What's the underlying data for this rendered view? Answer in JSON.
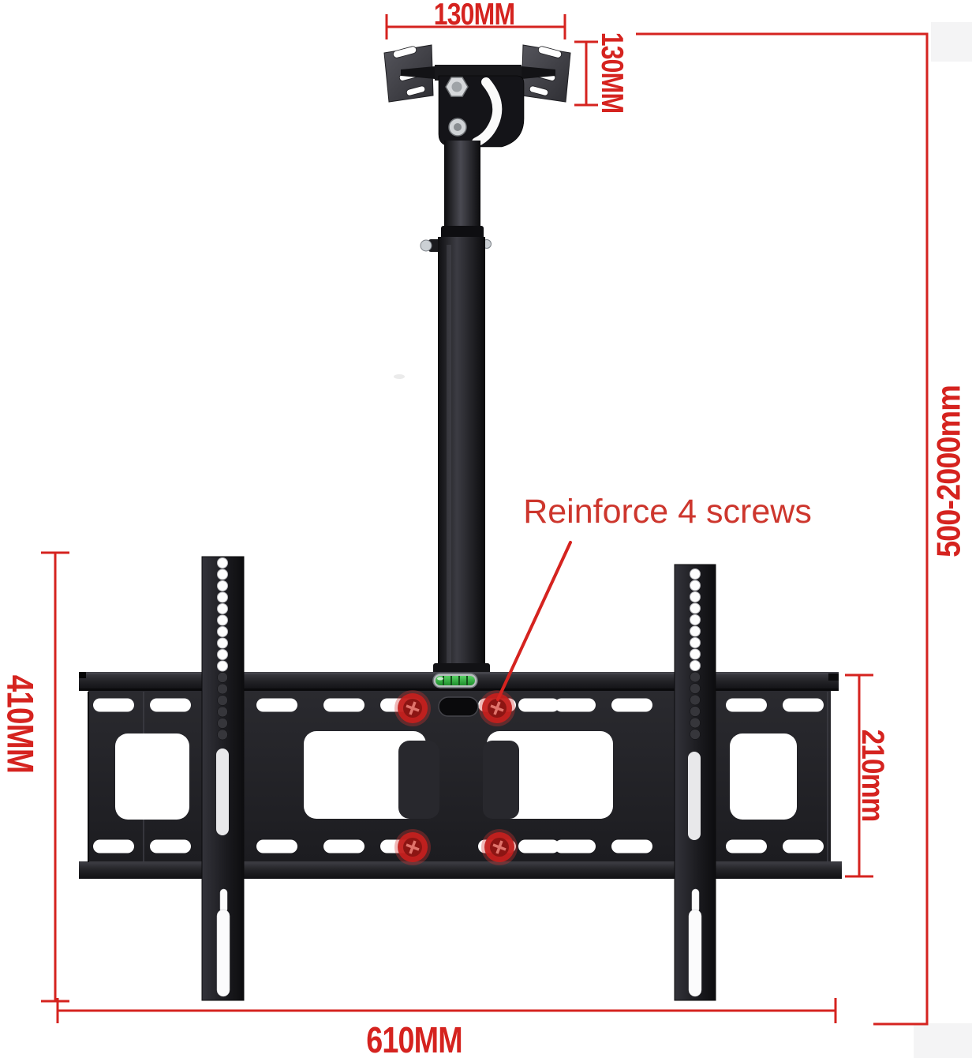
{
  "labels": {
    "top_width": "130MM",
    "bracket_height": "130MM",
    "drop_range": "500-2000mm",
    "left_height": "410MM",
    "right_height": "210mm",
    "bottom_width": "610MM",
    "note": "Reinforce 4 screws"
  },
  "colors": {
    "dimension_red": "#d5231f",
    "note_red": "#cd362d",
    "metal_dark": "#1d1d21",
    "metal_gray": "#4a4a52",
    "level_green": "#35b13f",
    "screw_red": "#c3201d",
    "background": "#ffffff"
  }
}
